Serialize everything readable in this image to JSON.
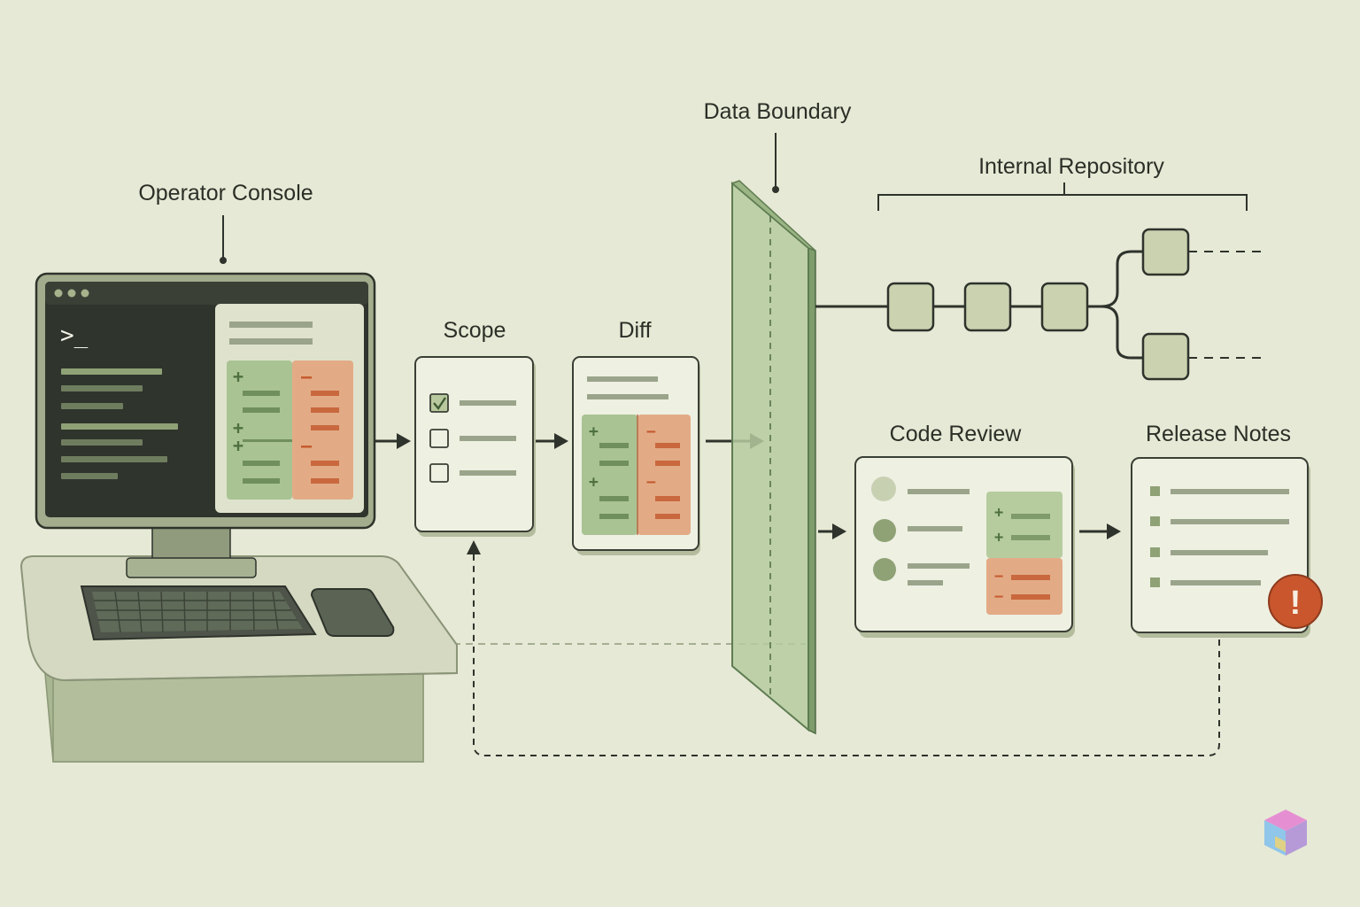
{
  "labels": {
    "operator_console": "Operator Console",
    "scope": "Scope",
    "diff": "Diff",
    "data_boundary": "Data Boundary",
    "internal_repository": "Internal Repository",
    "code_review": "Code Review",
    "release_notes": "Release Notes"
  },
  "console": {
    "prompt": ">_",
    "window_dots": 3
  },
  "diff_signs": {
    "add": "+",
    "remove": "−",
    "remove_wide": "—"
  },
  "alert_mark": "!",
  "scope_checklist": [
    {
      "checked": true
    },
    {
      "checked": false
    },
    {
      "checked": false
    }
  ],
  "repository": {
    "linear_commits": 3,
    "branches": 2
  },
  "icons": {
    "terminal": "terminal-icon",
    "checkbox": "checkbox-icon",
    "alert": "alert-icon",
    "logo": "cube-logo-icon"
  },
  "colors": {
    "background": "#e6e9d5",
    "add_panel": "#a9c393",
    "add_sign": "#4f7040",
    "remove_panel": "#e2ab86",
    "remove_sign": "#c55a2f",
    "boundary": "#a9c494",
    "node": "#cbd2b0",
    "alert": "#c9562d",
    "line": "#2e332c"
  }
}
